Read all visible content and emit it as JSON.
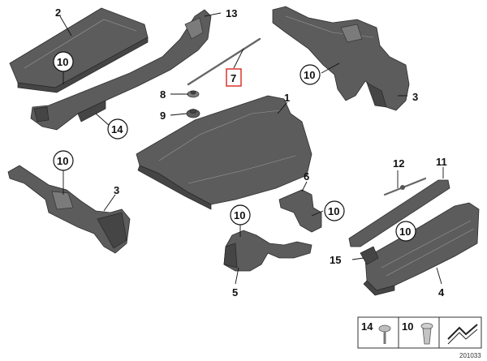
{
  "callouts": {
    "c1": "1",
    "c2": "2",
    "c3a": "3",
    "c3b": "3",
    "c4": "4",
    "c5": "5",
    "c6": "6",
    "c7": "7",
    "c8": "8",
    "c9": "9",
    "c10a": "10",
    "c10b": "10",
    "c10c": "10",
    "c10d": "10",
    "c10e": "10",
    "c10f": "10",
    "c11": "11",
    "c12": "12",
    "c13": "13",
    "c14": "14",
    "c15": "15"
  },
  "legend": {
    "item1": "14",
    "item2": "10"
  },
  "reference": "201033",
  "colors": {
    "part": "#5c5c5c",
    "highlight_box": "#d9261c"
  }
}
